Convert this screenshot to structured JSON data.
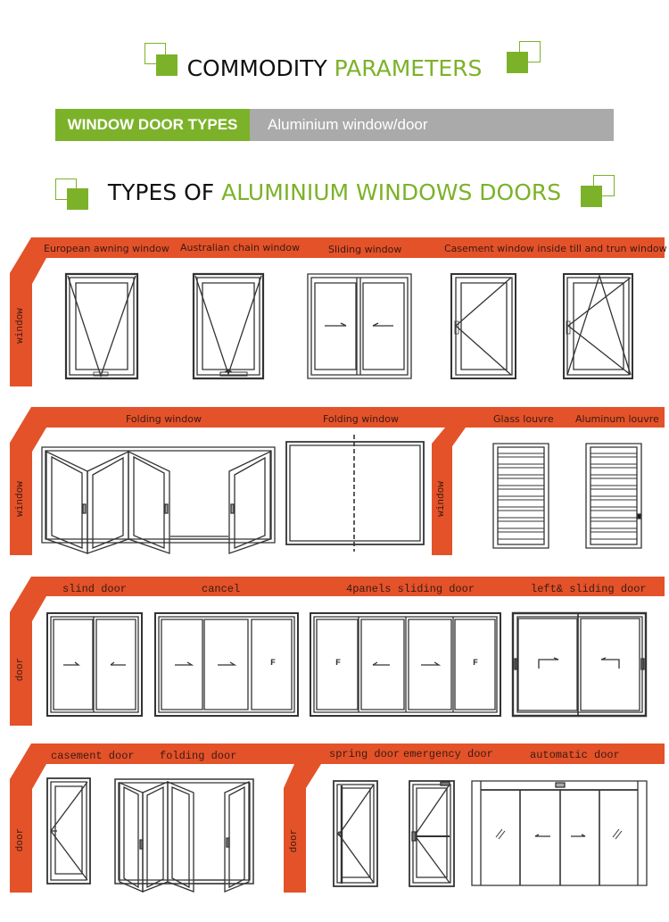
{
  "header": {
    "title_dark": "COMMODITY",
    "title_green": "PARAMETERS"
  },
  "parameter_row": {
    "label": "WINDOW DOOR TYPES",
    "value": "Aluminium window/door"
  },
  "section": {
    "title_dark": "TYPES OF",
    "title_green": "ALUMINIUM WINDOWS DOORS"
  },
  "colors": {
    "accent_green": "#7cb229",
    "band_orange": "#e4522a",
    "bar_gray": "#aaaaaa"
  },
  "rows": [
    {
      "category": "window",
      "items": [
        "European awning window",
        "Australian chain window",
        "Sliding window",
        "Casement window inside till and trun window"
      ]
    },
    {
      "category": "window",
      "items": [
        "Folding window",
        "Folding window"
      ]
    },
    {
      "category": "window",
      "items": [
        "Glass louvre",
        "Aluminum louvre"
      ]
    },
    {
      "category": "door",
      "items": [
        "slind door",
        "cancel",
        "4panels sliding door",
        "left& sliding door"
      ]
    },
    {
      "category": "door",
      "items": [
        "casement door",
        "folding door"
      ]
    },
    {
      "category": "door",
      "items": [
        "spring door",
        "emergency door",
        "automatic door"
      ]
    }
  ],
  "door_marks": {
    "fixed": "F",
    "glass": "//"
  }
}
